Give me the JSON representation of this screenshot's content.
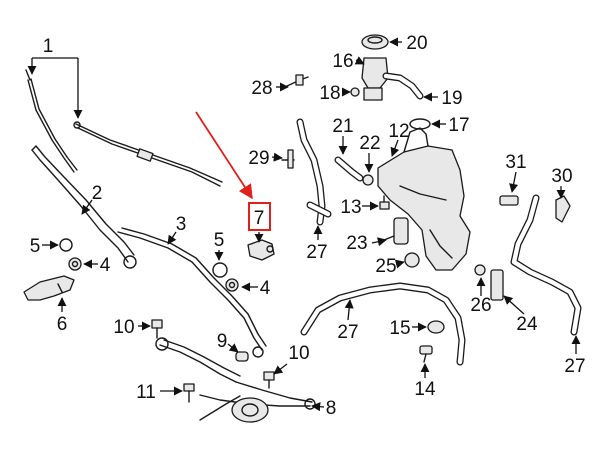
{
  "diagram": {
    "highlight_color": "#e0201a",
    "highlighted_callout": "7",
    "callouts": {
      "c1": "1",
      "c2": "2",
      "c3": "3",
      "c4a": "4",
      "c4b": "4",
      "c5a": "5",
      "c5b": "5",
      "c6": "6",
      "c7": "7",
      "c8": "8",
      "c9": "9",
      "c10a": "10",
      "c10b": "10",
      "c11": "11",
      "c12": "12",
      "c13": "13",
      "c14": "14",
      "c15": "15",
      "c16": "16",
      "c17": "17",
      "c18": "18",
      "c19": "19",
      "c20": "20",
      "c21": "21",
      "c22": "22",
      "c23": "23",
      "c24": "24",
      "c25": "25",
      "c26": "26",
      "c27a": "27",
      "c27b": "27",
      "c27c": "27",
      "c28": "28",
      "c29": "29",
      "c30": "30",
      "c31": "31"
    }
  }
}
